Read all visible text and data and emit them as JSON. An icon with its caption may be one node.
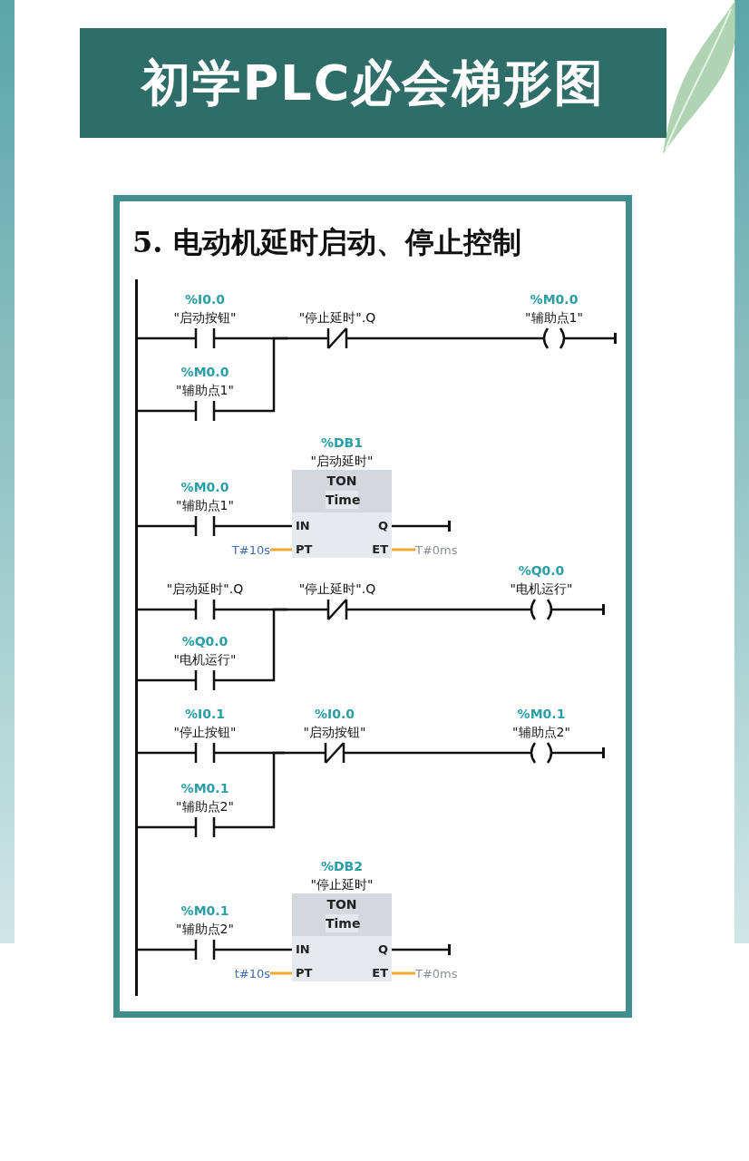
{
  "diagram": {
    "title": "初学PLC必会梯形图",
    "labels": [
      "5. 电动机延时启动、停止控制"
    ],
    "nodes": [
      {
        "text": [],
        "shape": "bar"
      },
      {
        "text": [
          "%I0.0",
          "\"启动按钮\""
        ]
      },
      {
        "text": [
          "%M0.0",
          "\"辅助点1\""
        ]
      },
      {
        "text": [
          "\"停止延时\".Q"
        ]
      },
      {
        "text": [
          "%M0.0",
          "\"辅助点1\""
        ]
      },
      {
        "text": [
          "%M0.0",
          "\"辅助点1\""
        ]
      },
      {
        "text": [
          "%DB1",
          "\"启动延时\"",
          "TON",
          "Time",
          "IN",
          "Q",
          "PT",
          "ET"
        ]
      },
      {
        "text": [
          "T#10s"
        ]
      },
      {
        "text": [
          "T#0ms"
        ]
      },
      {
        "text": [
          "\"启动延时\".Q"
        ]
      },
      {
        "text": [
          "%Q0.0",
          "\"电机运行\""
        ]
      },
      {
        "text": [
          "\"停止延时\".Q"
        ]
      },
      {
        "text": [
          "%Q0.0",
          "\"电机运行\""
        ]
      },
      {
        "text": [
          "%I0.1",
          "\"停止按钮\""
        ]
      },
      {
        "text": [
          "%M0.1",
          "\"辅助点2\""
        ]
      },
      {
        "text": [
          "%I0.0",
          "\"启动按钮\""
        ]
      },
      {
        "text": [
          "%M0.1",
          "\"辅助点2\""
        ]
      },
      {
        "text": [
          "%M0.1",
          "\"辅助点2\""
        ]
      },
      {
        "text": [
          "%DB2",
          "\"停止延时\"",
          "TON",
          "Time",
          "IN",
          "Q",
          "PT",
          "ET"
        ]
      },
      {
        "text": [
          "t#10s"
        ]
      },
      {
        "text": [
          "T#0ms"
        ]
      },
      {
        "text": [],
        "shape": "bar"
      },
      {
        "text": [],
        "shape": "bar"
      },
      {
        "text": [],
        "shape": "bar"
      },
      {
        "text": [],
        "shape": "bar"
      },
      {
        "text": [],
        "shape": "bar"
      }
    ],
    "edges": [
      {
        "from": 0,
        "to": 1,
        "arrow": "none"
      },
      {
        "from": 0,
        "to": 2,
        "arrow": "none"
      },
      {
        "from": 1,
        "to": 3,
        "arrow": "none"
      },
      {
        "from": 2,
        "to": 3,
        "arrow": "none"
      },
      {
        "from": 3,
        "to": 4,
        "arrow": "none"
      },
      {
        "from": 4,
        "to": 21,
        "arrow": "none"
      },
      {
        "from": 0,
        "to": 5,
        "arrow": "none"
      },
      {
        "from": 5,
        "to": 6,
        "arrow": "none"
      },
      {
        "from": 7,
        "to": 6,
        "arrow": "none",
        "color": "#f0a830"
      },
      {
        "from": 6,
        "to": 8,
        "arrow": "none",
        "color": "#f0a830"
      },
      {
        "from": 6,
        "to": 22,
        "arrow": "none"
      },
      {
        "from": 0,
        "to": 9,
        "arrow": "none"
      },
      {
        "from": 0,
        "to": 10,
        "arrow": "none"
      },
      {
        "from": 9,
        "to": 11,
        "arrow": "none"
      },
      {
        "from": 10,
        "to": 11,
        "arrow": "none"
      },
      {
        "from": 11,
        "to": 12,
        "arrow": "none"
      },
      {
        "from": 12,
        "to": 23,
        "arrow": "none"
      },
      {
        "from": 0,
        "to": 13,
        "arrow": "none"
      },
      {
        "from": 0,
        "to": 14,
        "arrow": "none"
      },
      {
        "from": 13,
        "to": 15,
        "arrow": "none"
      },
      {
        "from": 14,
        "to": 15,
        "arrow": "none"
      },
      {
        "from": 15,
        "to": 16,
        "arrow": "none"
      },
      {
        "from": 16,
        "to": 24,
        "arrow": "none"
      },
      {
        "from": 0,
        "to": 17,
        "arrow": "none"
      },
      {
        "from": 17,
        "to": 18,
        "arrow": "none"
      },
      {
        "from": 19,
        "to": 18,
        "arrow": "none",
        "color": "#f0a830"
      },
      {
        "from": 18,
        "to": 20,
        "arrow": "none",
        "color": "#f0a830"
      },
      {
        "from": 18,
        "to": 25,
        "arrow": "none"
      }
    ]
  }
}
